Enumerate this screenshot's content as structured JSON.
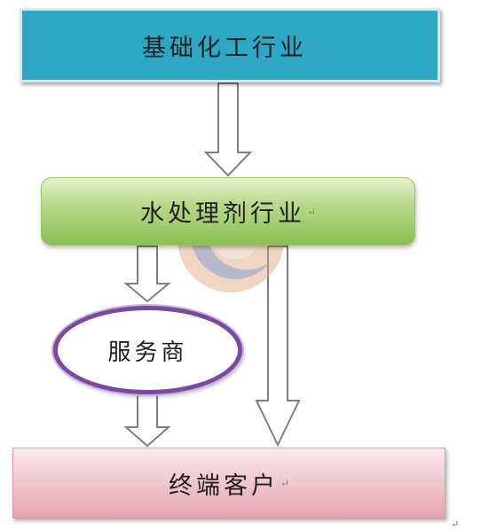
{
  "diagram": {
    "top_box": "基础化工行业",
    "middle_box": "水处理剂行业",
    "oval": "服务商",
    "bottom_box": "终端客户",
    "paragraph_mark": "↵"
  },
  "colors": {
    "top_box_fill": "#2ea7c5",
    "middle_box_fill": "#b7d98a",
    "bottom_box_fill": "#f0c6cf",
    "oval_border": "#7a4a9e",
    "arrow_stroke": "#7f7f7f"
  }
}
